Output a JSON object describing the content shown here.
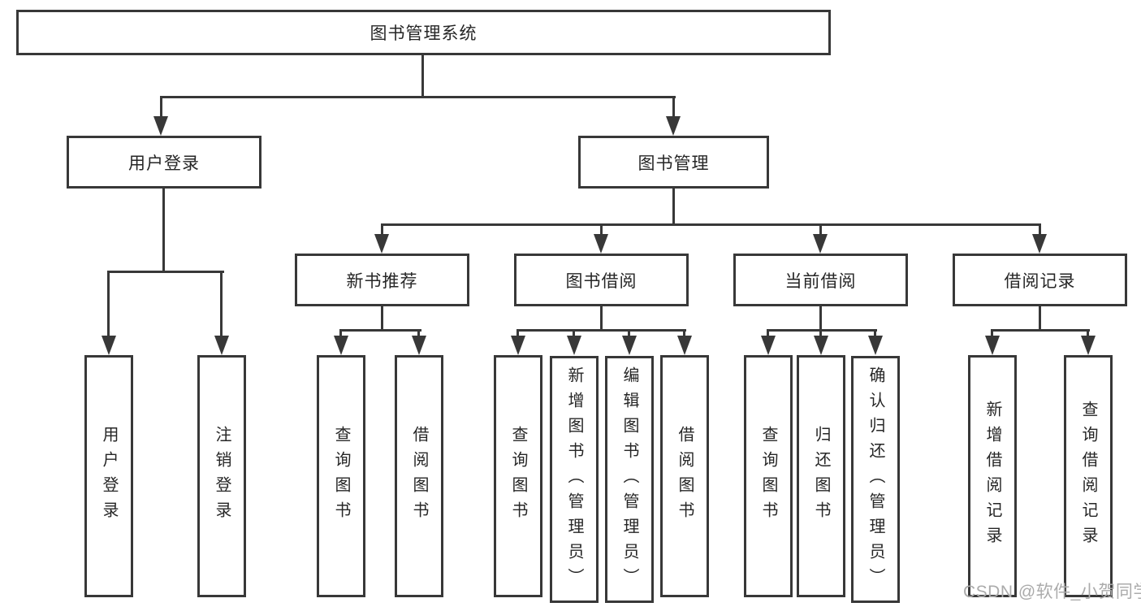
{
  "diagram": {
    "title": "图书管理系统",
    "level2": [
      {
        "label": "用户登录"
      },
      {
        "label": "图书管理"
      }
    ],
    "level3": [
      {
        "label": "新书推荐"
      },
      {
        "label": "图书借阅"
      },
      {
        "label": "当前借阅"
      },
      {
        "label": "借阅记录"
      }
    ],
    "leaf_groups": [
      {
        "items": [
          {
            "label": "用户登录"
          },
          {
            "label": "注销登录"
          }
        ]
      },
      {
        "items": [
          {
            "label": "查询图书"
          },
          {
            "label": "借阅图书"
          }
        ]
      },
      {
        "items": [
          {
            "label": "查询图书"
          },
          {
            "label": "新增图书（管理员）"
          },
          {
            "label": "编辑图书（管理员）"
          },
          {
            "label": "借阅图书"
          }
        ]
      },
      {
        "items": [
          {
            "label": "查询图书"
          },
          {
            "label": "归还图书"
          },
          {
            "label": "确认归还（管理员）"
          }
        ]
      },
      {
        "items": [
          {
            "label": "新增借阅记录"
          },
          {
            "label": "查询借阅记录"
          }
        ]
      }
    ]
  },
  "watermark": {
    "text": "CSDN @软件_小贺同学"
  },
  "colors": {
    "line": "#383838",
    "text": "#262626",
    "background": "#ffffff",
    "watermark": "#ababab"
  }
}
